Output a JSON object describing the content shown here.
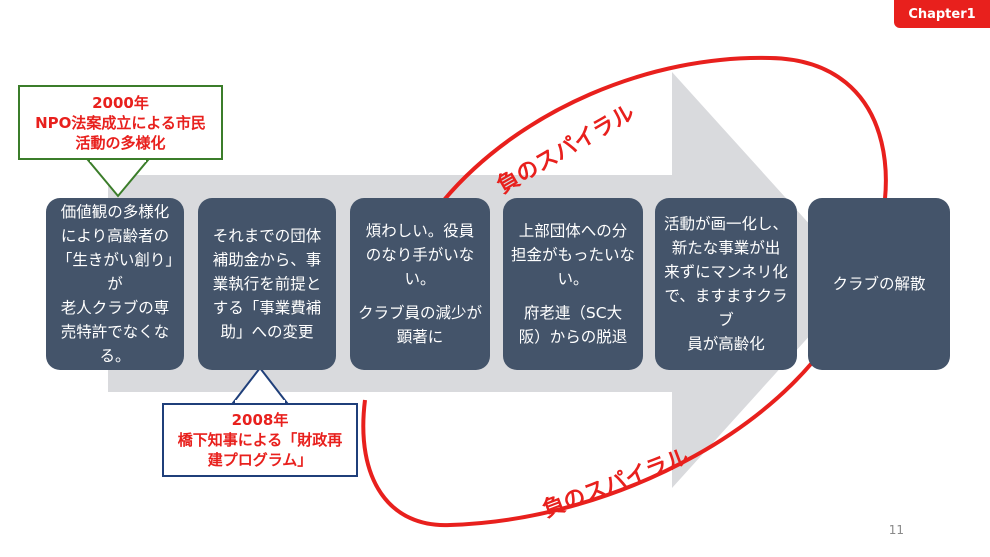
{
  "chapter_tab": "Chapter1",
  "steps": [
    {
      "lines": [
        "価値観の多様化",
        "により高齢者の",
        "「生きがい創り」が",
        "老人クラブの専",
        "売特許でなくなる。"
      ]
    },
    {
      "lines": [
        "それまでの団体",
        "補助金から、事",
        "業執行を前提と",
        "する「事業費補",
        "助」への変更"
      ]
    },
    {
      "p1": [
        "煩わしい。役員",
        "のなり手がいない。"
      ],
      "p2": [
        "クラブ員の減少が",
        "顕著に"
      ]
    },
    {
      "p1": [
        "上部団体への分",
        "担金がもったいな",
        "い。"
      ],
      "p2": [
        "府老連（SC大",
        "阪）からの脱退"
      ]
    },
    {
      "lines": [
        "活動が画一化し、",
        "新たな事業が出",
        "来ずにマンネリ化",
        "で、ますますクラブ",
        "員が高齢化"
      ]
    },
    {
      "lines": [
        "クラブの解散"
      ]
    }
  ],
  "callout_2000": {
    "line1": "2000年",
    "line2": "NPO法案成立による市民",
    "line3": "活動の多様化"
  },
  "callout_2008": {
    "line1": "2008年",
    "line2": "橋下知事による「財政再",
    "line3": "建プログラム」"
  },
  "spiral_label": "負のスパイラル",
  "page_number": "11",
  "colors": {
    "accent_red": "#e8201d",
    "box": "#44546a",
    "arrow": "#d9dadd",
    "green": "#3b7d2a",
    "blue": "#1f3f7a"
  }
}
